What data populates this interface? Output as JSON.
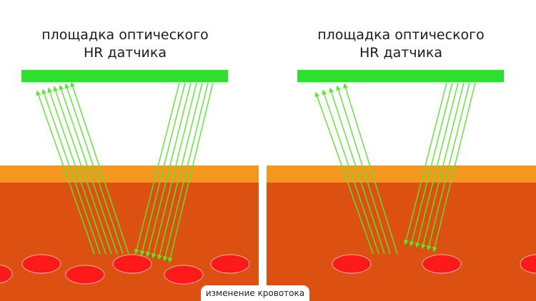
{
  "panels": [
    {
      "title_line1": "площадка оптического",
      "title_line2": "HR датчика",
      "sensor_color": "#2ee02e",
      "cells_count": 6
    },
    {
      "title_line1": "площадка оптического",
      "title_line2": "HR датчика",
      "sensor_color": "#2ee02e",
      "cells_count": 3
    }
  ],
  "caption": "изменение кровотока",
  "colors": {
    "skin": "#f5961e",
    "tissue": "#dc5012",
    "blood_cell": "#ff1a1a",
    "light_ray": "#5ce62e",
    "background": "#ffffff"
  }
}
